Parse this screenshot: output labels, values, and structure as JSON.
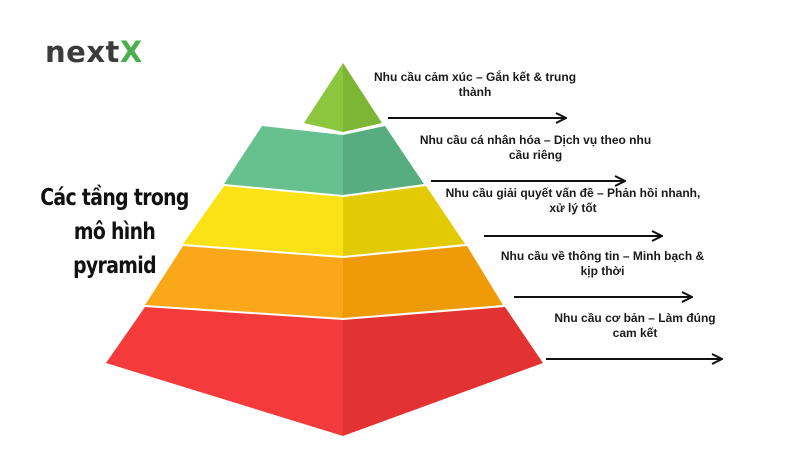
{
  "logo": {
    "text_main": "next",
    "text_accent": "X",
    "accent_color": "#4cae4c"
  },
  "title": "Các tầng trong mô hình pyramid",
  "tiers": [
    {
      "label": "Nhu cầu cảm xúc – Gắn kết & trung thành",
      "color_left": "#8cc63f",
      "color_right": "#7db534"
    },
    {
      "label": "Nhu cầu cá nhân hóa – Dịch vụ theo nhu cầu riêng",
      "color_left": "#66c08f",
      "color_right": "#57ad7f"
    },
    {
      "label": "Nhu cầu giải quyết vấn đề – Phản hồi nhanh, xử lý tốt",
      "color_left": "#fbe216",
      "color_right": "#e3cb04"
    },
    {
      "label": "Nhu cầu về thông tin – Minh bạch & kịp thời",
      "color_left": "#fba818",
      "color_right": "#ef9a07"
    },
    {
      "label": "Nhu cầu cơ bản – Làm đúng cam kết",
      "color_left": "#f43a3a",
      "color_right": "#e33232"
    }
  ]
}
